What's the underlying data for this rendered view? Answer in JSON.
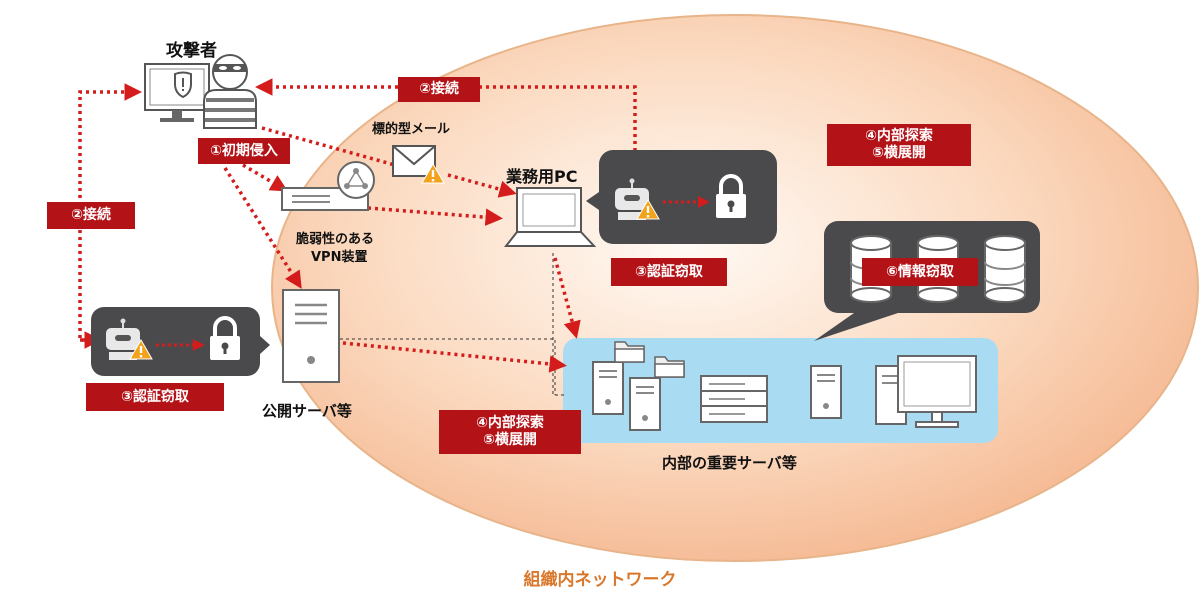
{
  "labels": {
    "attacker": "攻撃者",
    "targeted_mail": "標的型メール",
    "work_pc": "業務用PC",
    "vpn_line1": "脆弱性のある",
    "vpn_line2": "VPN装置",
    "public_server": "公開サーバ等",
    "internal_servers": "内部の重要サーバ等",
    "network": "組織内ネットワーク"
  },
  "steps": {
    "initial_intrusion": "①初期侵入",
    "connect": "②接続",
    "credential_theft": "③認証窃取",
    "internal_recon": "④内部探索",
    "lateral_move": "⑤横展開",
    "info_theft": "⑥情報窃取"
  },
  "colors": {
    "accent_red": "#b31217",
    "arrow_red": "#d41c1c",
    "bubble_dark": "#4a4a4d",
    "internal_zone": "#a9dcf3",
    "network_label": "#d9782c",
    "ellipse_edge": "#e8b48a"
  }
}
